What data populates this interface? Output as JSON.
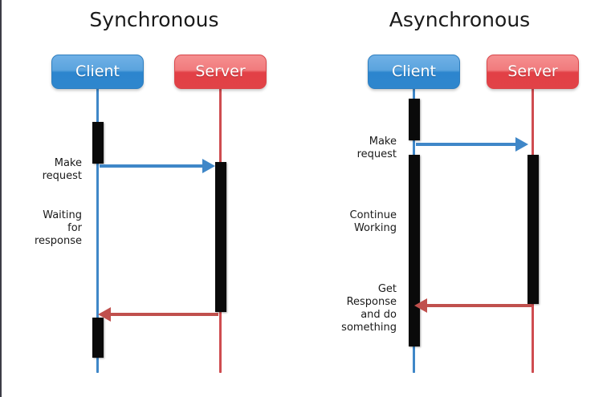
{
  "diagrams": [
    {
      "title": "Synchronous",
      "actors": [
        {
          "name": "Client",
          "role": "client",
          "color": "#2c85ce"
        },
        {
          "name": "Server",
          "role": "server",
          "color": "#e24046"
        }
      ],
      "messages": [
        {
          "label": "Make\nrequest",
          "direction": "request",
          "from": "Client",
          "to": "Server"
        },
        {
          "label": "Waiting\nfor\nresponse",
          "direction": "note",
          "from": "Client",
          "to": "Client"
        },
        {
          "label": "",
          "direction": "response",
          "from": "Server",
          "to": "Client"
        }
      ]
    },
    {
      "title": "Asynchronous",
      "actors": [
        {
          "name": "Client",
          "role": "client",
          "color": "#2c85ce"
        },
        {
          "name": "Server",
          "role": "server",
          "color": "#e24046"
        }
      ],
      "messages": [
        {
          "label": "Make\nrequest",
          "direction": "request",
          "from": "Client",
          "to": "Server"
        },
        {
          "label": "Continue\nWorking",
          "direction": "note",
          "from": "Client",
          "to": "Client"
        },
        {
          "label": "Get\nResponse\nand do\nsomething",
          "direction": "response",
          "from": "Server",
          "to": "Client"
        }
      ]
    }
  ],
  "sync": {
    "title": "Synchronous",
    "client_label": "Client",
    "server_label": "Server",
    "note_make_request": "Make\nrequest",
    "note_waiting": "Waiting\nfor\nresponse"
  },
  "async": {
    "title": "Asynchronous",
    "client_label": "Client",
    "server_label": "Server",
    "note_make_request": "Make\nrequest",
    "note_continue": "Continue\nWorking",
    "note_get_response": "Get\nResponse\nand do\nsomething"
  },
  "colors": {
    "client_blue": "#2c85ce",
    "server_red": "#e24046",
    "arrow_blue": "#3f87c8",
    "arrow_red": "#c0504d",
    "activation_black": "#0a0a0a",
    "text": "#1a1a1a",
    "background": "#ffffff"
  }
}
